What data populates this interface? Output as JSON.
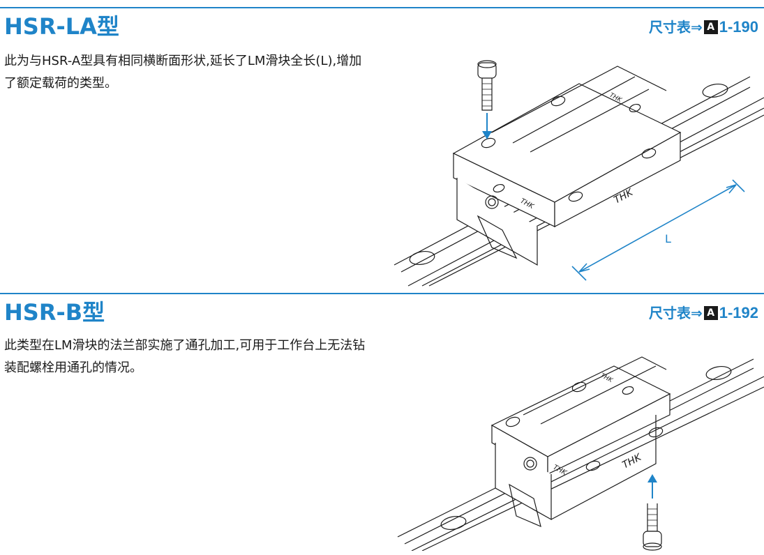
{
  "sections": [
    {
      "title": "HSR-LA型",
      "ref_prefix": "尺寸表⇒",
      "ref_badge": "A",
      "ref_page": "1-190",
      "description": "此为与HSR-A型具有相同横断面形状,延长了LM滑块全长(L),增加了额定载荷的类型。",
      "dimension_label": "L",
      "logo_text": "THK"
    },
    {
      "title": "HSR-B型",
      "ref_prefix": "尺寸表⇒",
      "ref_badge": "A",
      "ref_page": "1-192",
      "description": "此类型在LM滑块的法兰部实施了通孔加工,可用于工作台上无法钻装配螺栓用通孔的情况。",
      "logo_text": "THK"
    }
  ],
  "colors": {
    "accent": "#1f84c8",
    "ink": "#1a1a1a"
  }
}
